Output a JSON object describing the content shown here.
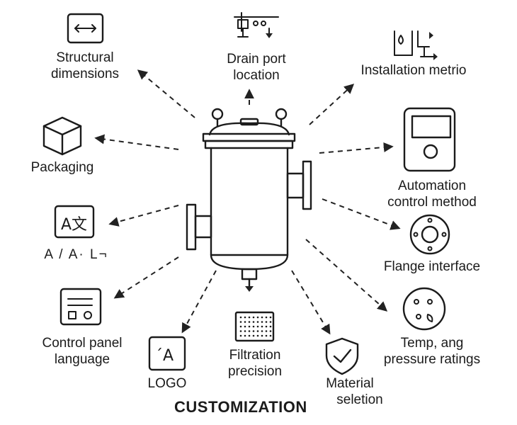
{
  "title": "CUSTOMIZATION",
  "center": {
    "name": "vessel-illustration",
    "icon": "pressure-filter-vessel"
  },
  "items": [
    {
      "id": "structural-dimensions",
      "icon": "resize-arrows-icon",
      "lines": [
        "Structural",
        "dimensions"
      ]
    },
    {
      "id": "drain-port-location",
      "icon": "drain-valve-icon",
      "lines": [
        "Drain port",
        "location"
      ]
    },
    {
      "id": "installation-metric",
      "icon": "installation-metric-icon",
      "lines": [
        "Installation metrio"
      ]
    },
    {
      "id": "packaging",
      "icon": "box-icon",
      "lines": [
        "Packaging"
      ]
    },
    {
      "id": "automation-control-method",
      "icon": "control-device-icon",
      "lines": [
        "Automation",
        "control method"
      ]
    },
    {
      "id": "flange-interface",
      "icon": "flange-icon",
      "lines": [
        "Flange interface"
      ]
    },
    {
      "id": "language",
      "icon": "translate-icon",
      "lines": [
        "A / A· L¬"
      ],
      "icon_text": "A文"
    },
    {
      "id": "control-panel-language",
      "icon": "control-panel-icon",
      "lines": [
        "Control panel",
        "language"
      ]
    },
    {
      "id": "logo",
      "icon": "logo-icon",
      "lines": [
        "LOGO"
      ],
      "icon_text": "´A"
    },
    {
      "id": "filtration-precision",
      "icon": "mesh-screen-icon",
      "lines": [
        "Filtration",
        "precision"
      ]
    },
    {
      "id": "material-selection",
      "icon": "shield-check-icon",
      "lines": [
        "Material",
        "seletion"
      ]
    },
    {
      "id": "temp-pressure-ratings",
      "icon": "pressure-gauge-icon",
      "lines": [
        "Temp, ang",
        "pressure ratings"
      ]
    }
  ]
}
